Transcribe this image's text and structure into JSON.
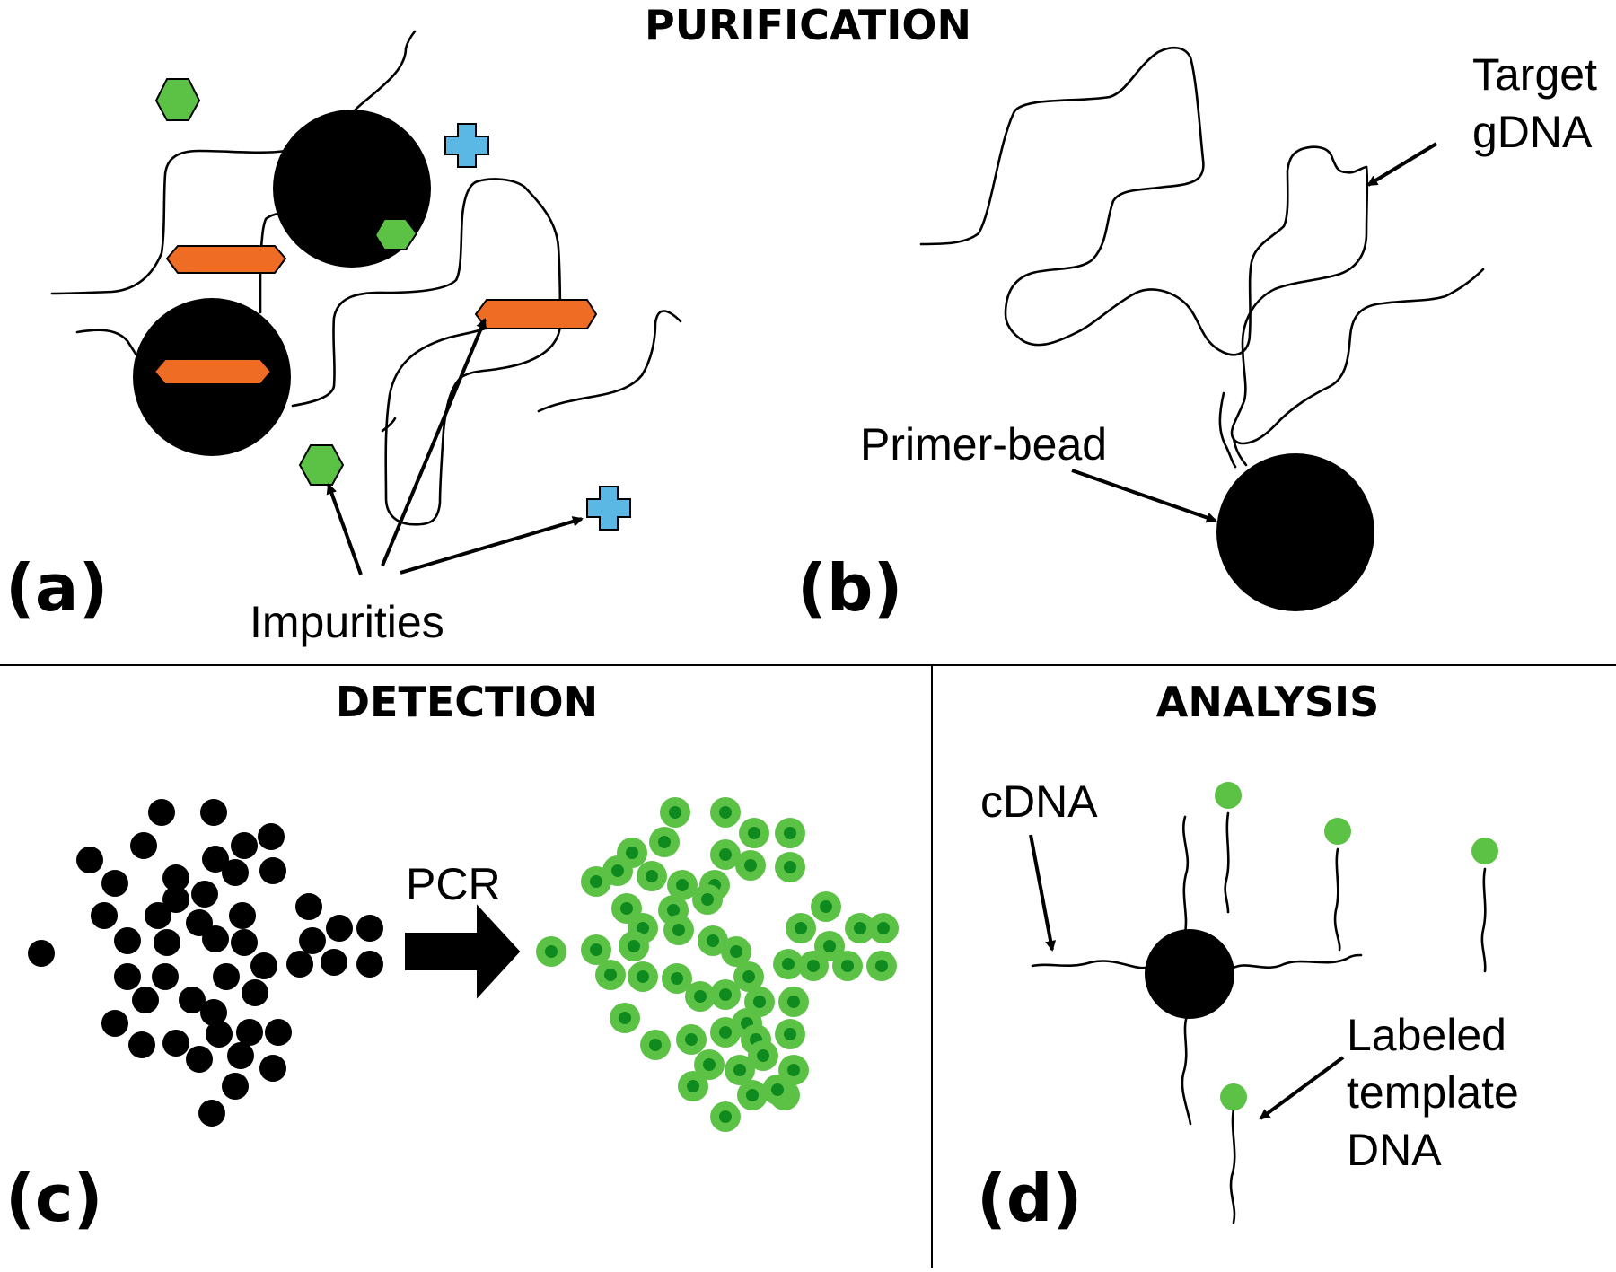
{
  "sections": {
    "purification": "PURIFICATION",
    "detection": "DETECTION",
    "analysis": "ANALYSIS"
  },
  "panels": {
    "a": "(a)",
    "b": "(b)",
    "c": "(c)",
    "d": "(d)"
  },
  "labels": {
    "impurities": "Impurities",
    "target_line1": "Target",
    "target_line2": "gDNA",
    "primer_bead": "Primer-bead",
    "pcr": "PCR",
    "cdna": "cDNA",
    "labeled_line1": "Labeled",
    "labeled_line2": "template",
    "labeled_line3": "DNA"
  },
  "colors": {
    "bead": "#000000",
    "impurity_hexagon": "#5cc246",
    "impurity_cross": "#5bb8e4",
    "impurity_bar": "#ee6c24",
    "label_green": "#5cc246",
    "label_green_dark": "#0f8a1f"
  }
}
